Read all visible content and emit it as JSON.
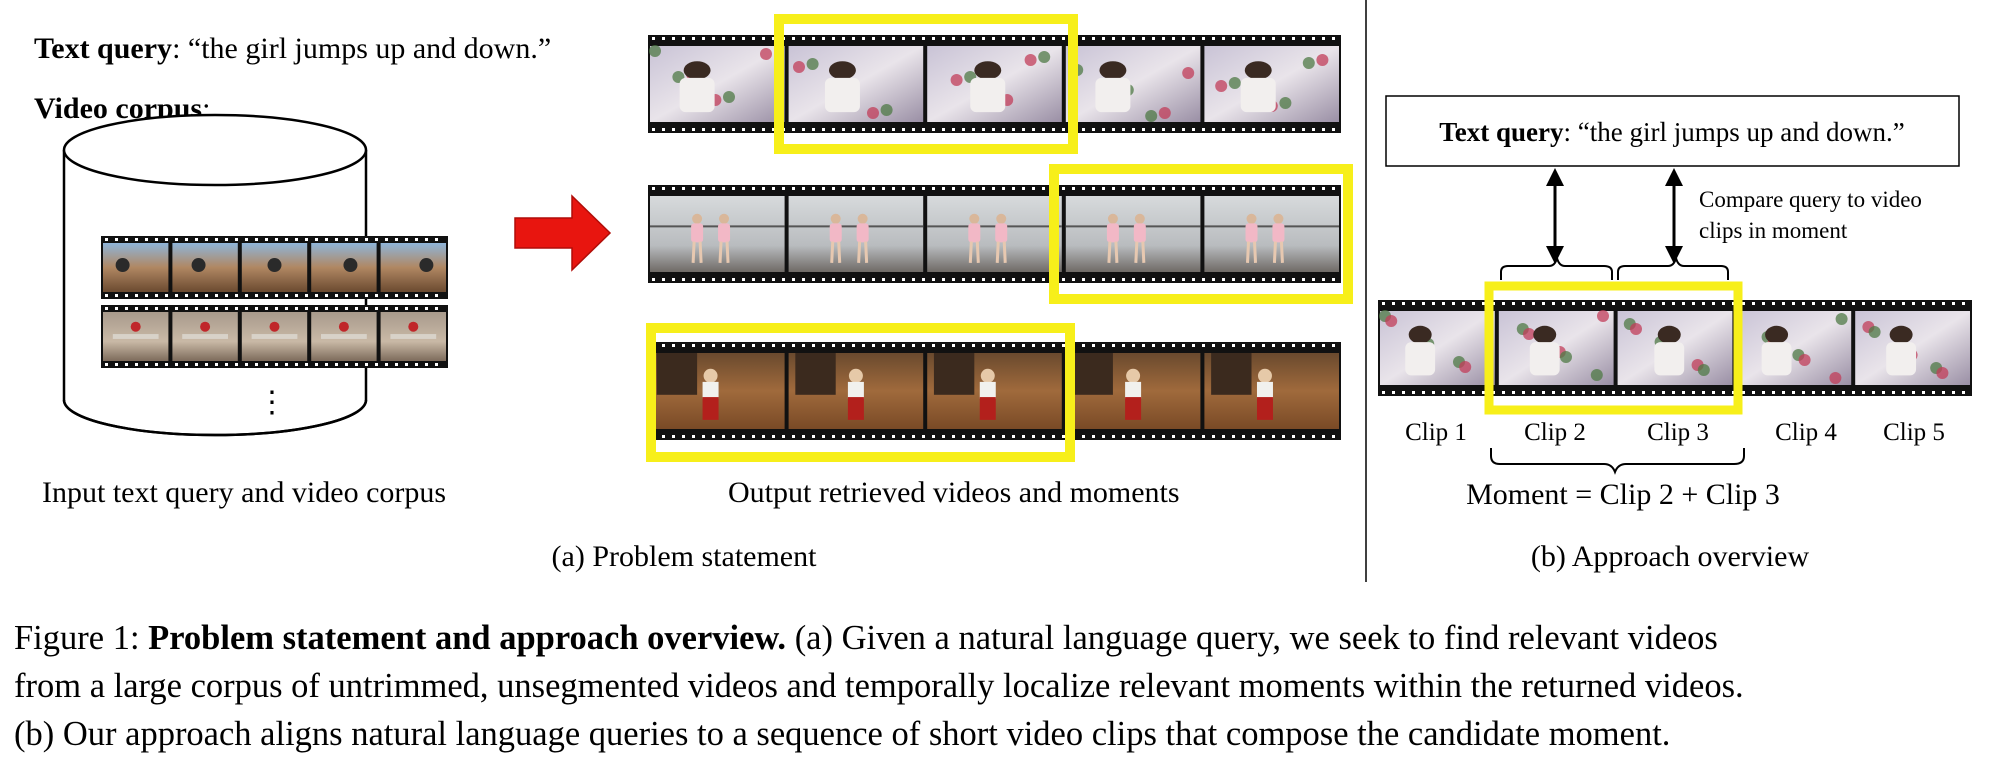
{
  "panel_a": {
    "query_label": "Text query",
    "query_text": ": “the girl jumps up and down.”",
    "corpus_label": "Video corpus",
    "corpus_colon": ":",
    "ellipsis": "⋮",
    "input_caption": "Input text query and video corpus",
    "output_caption": "Output retrieved videos and moments",
    "subcaption": "(a) Problem statement"
  },
  "panel_b": {
    "query_label": "Text query",
    "query_text": ": “the girl jumps up and down.”",
    "compare_line1": "Compare query to video",
    "compare_line2": "clips in moment",
    "clips": [
      "Clip 1",
      "Clip 2",
      "Clip 3",
      "Clip 4",
      "Clip 5"
    ],
    "moment": "Moment = Clip 2 + Clip 3",
    "subcaption": "(b) Approach overview"
  },
  "caption": {
    "prefix": "Figure 1: ",
    "title": "Problem statement and approach overview.",
    "line1": " (a) Given a natural language query, we seek to find relevant videos",
    "line2": "from a large corpus of untrimmed, unsegmented videos and temporally localize relevant moments within the returned videos.",
    "line3": "(b) Our approach aligns natural language queries to a sequence of short video clips that compose the candidate moment."
  },
  "colors": {
    "highlight": "#f7ef1a",
    "arrow": "#e8150f",
    "film": "#111111"
  }
}
